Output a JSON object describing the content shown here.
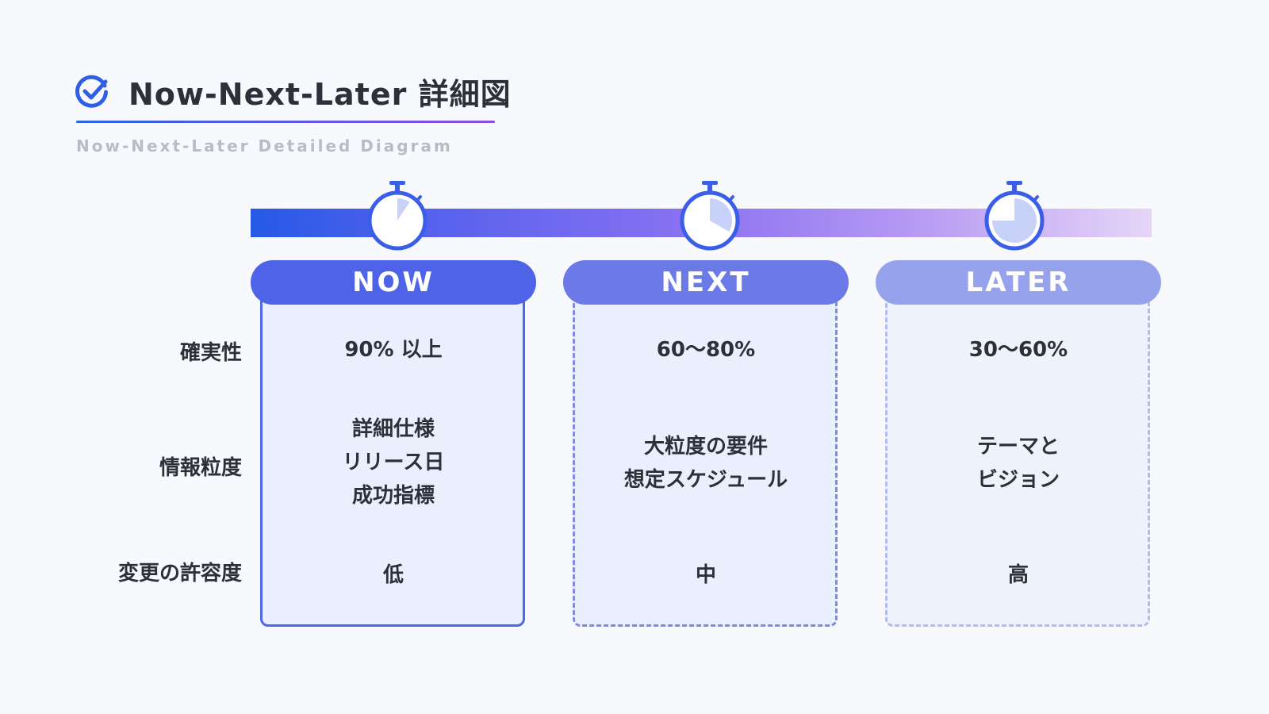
{
  "header": {
    "title": "Now-Next-Later 詳細図",
    "subtitle": "Now-Next-Later Detailed Diagram"
  },
  "row_labels": {
    "certainty": "確実性",
    "granularity": "情報粒度",
    "tolerance": "変更の許容度"
  },
  "columns": [
    {
      "name": "NOW",
      "certainty": "90% 以上",
      "granularity": [
        "詳細仕様",
        "リリース日",
        "成功指標"
      ],
      "tolerance": "低"
    },
    {
      "name": "NEXT",
      "certainty": "60〜80%",
      "granularity": [
        "大粒度の要件",
        "想定スケジュール"
      ],
      "tolerance": "中"
    },
    {
      "name": "LATER",
      "certainty": "30〜60%",
      "granularity": [
        "テーマと",
        "ビジョン"
      ],
      "tolerance": "高"
    }
  ],
  "icons": {
    "title": "check-circle-icon",
    "timeline": "stopwatch-icon"
  },
  "colors": {
    "accent_blue": "#2559e6",
    "accent_purple": "#8a4fe2",
    "now": "#4f63e8",
    "next": "#6c7ae8",
    "later": "#96a3ec"
  }
}
